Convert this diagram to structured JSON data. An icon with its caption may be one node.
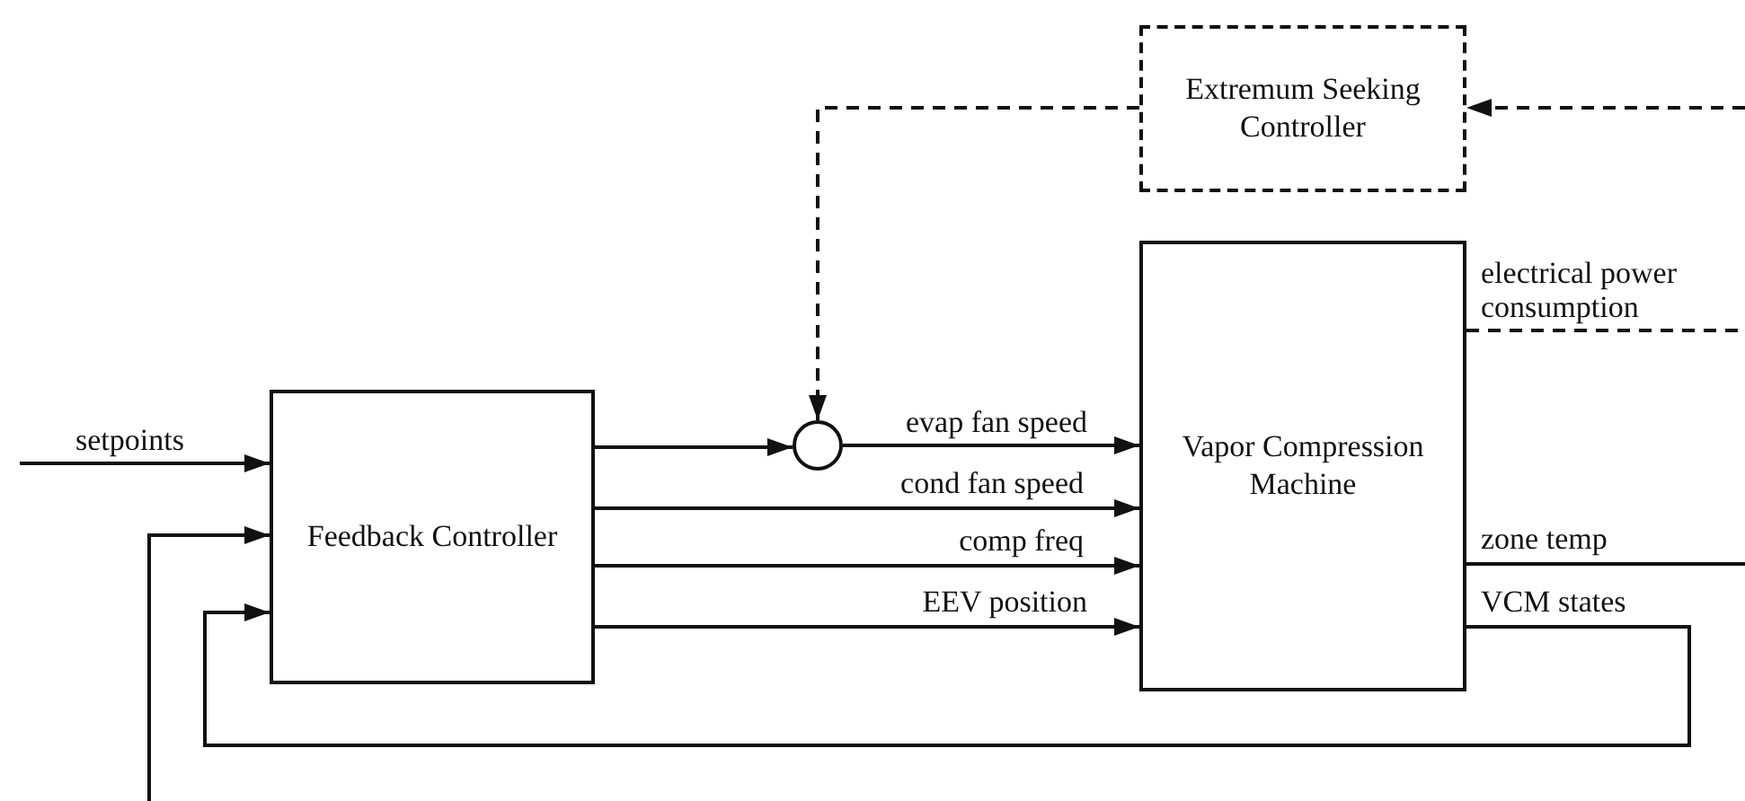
{
  "diagram": {
    "nodes": [
      {
        "text": [
          "Feedback Controller"
        ]
      },
      {
        "text": [
          "Extremum Seeking Controller"
        ]
      },
      {
        "text": [],
        "shape": "circle"
      },
      {
        "text": [
          "Vapor Compression Machine"
        ]
      }
    ],
    "edges": [
      {
        "from": null,
        "to": 0,
        "arrow": "to",
        "label": "setpoints"
      },
      {
        "from": null,
        "to": 0,
        "arrow": "to"
      },
      {
        "from": 3,
        "to": 0,
        "arrow": "to",
        "label": "VCM states"
      },
      {
        "from": 0,
        "to": 2,
        "arrow": "to"
      },
      {
        "from": 2,
        "to": 3,
        "arrow": "to",
        "label": "evap fan speed"
      },
      {
        "from": 0,
        "to": 3,
        "arrow": "to",
        "label": "cond fan speed"
      },
      {
        "from": 0,
        "to": 3,
        "arrow": "to",
        "label": "comp freq"
      },
      {
        "from": 0,
        "to": 3,
        "arrow": "to",
        "label": "EEV position"
      },
      {
        "from": 1,
        "to": 2,
        "arrow": "to",
        "style": "dashed"
      },
      {
        "from": null,
        "to": 1,
        "arrow": "to",
        "style": "dashed"
      },
      {
        "from": 3,
        "to": null,
        "arrow": "none",
        "style": "dashed",
        "label": "electrical power consumption"
      },
      {
        "from": 3,
        "to": null,
        "arrow": "none",
        "label": "zone temp"
      }
    ]
  }
}
